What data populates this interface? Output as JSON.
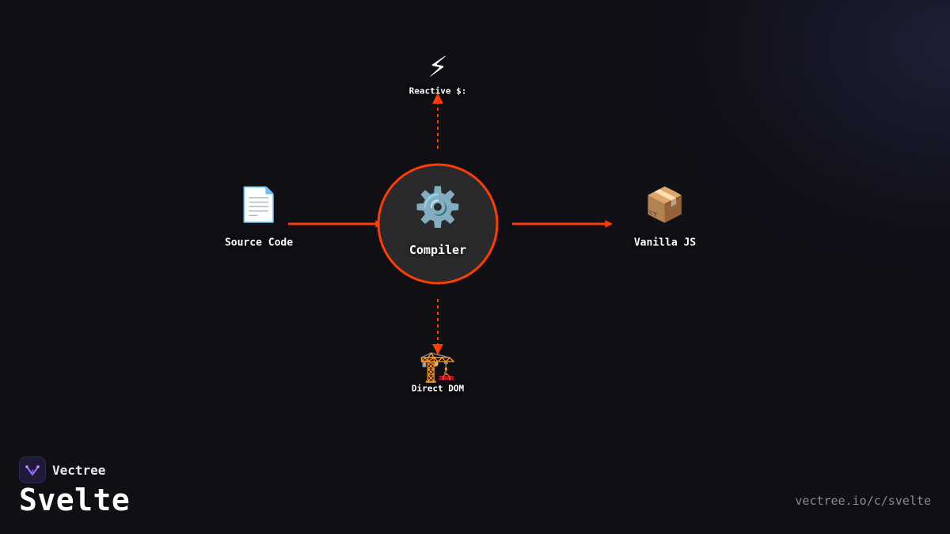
{
  "diagram": {
    "nodes": {
      "reactive": {
        "label": "Reactive $:",
        "icon": "⚡",
        "icon_name": "lightning-bolt-icon"
      },
      "source": {
        "label": "Source Code",
        "icon": "📄",
        "icon_name": "document-icon"
      },
      "compiler": {
        "label": "Compiler",
        "icon": "⚙️",
        "icon_name": "gear-icon"
      },
      "vanilla": {
        "label": "Vanilla JS",
        "icon": "📦",
        "icon_name": "package-icon"
      },
      "direct_dom": {
        "label": "Direct DOM",
        "icon": "🏗️",
        "icon_name": "construction-crane-icon"
      }
    },
    "edges": [
      {
        "from": "Source Code",
        "to": "Compiler",
        "style": "solid"
      },
      {
        "from": "Compiler",
        "to": "Vanilla JS",
        "style": "solid"
      },
      {
        "from": "Compiler",
        "to": "Reactive $:",
        "style": "dashed"
      },
      {
        "from": "Compiler",
        "to": "Direct DOM",
        "style": "dashed"
      }
    ],
    "colors": {
      "accent": "#ff3d00",
      "compiler_fill": "#2a2a2c",
      "background": "#0f0f14"
    }
  },
  "brand": {
    "name": "Vectree",
    "logo_icon": "vectree-logo-icon"
  },
  "title": "Svelte",
  "footer_url": "vectree.io/c/svelte"
}
